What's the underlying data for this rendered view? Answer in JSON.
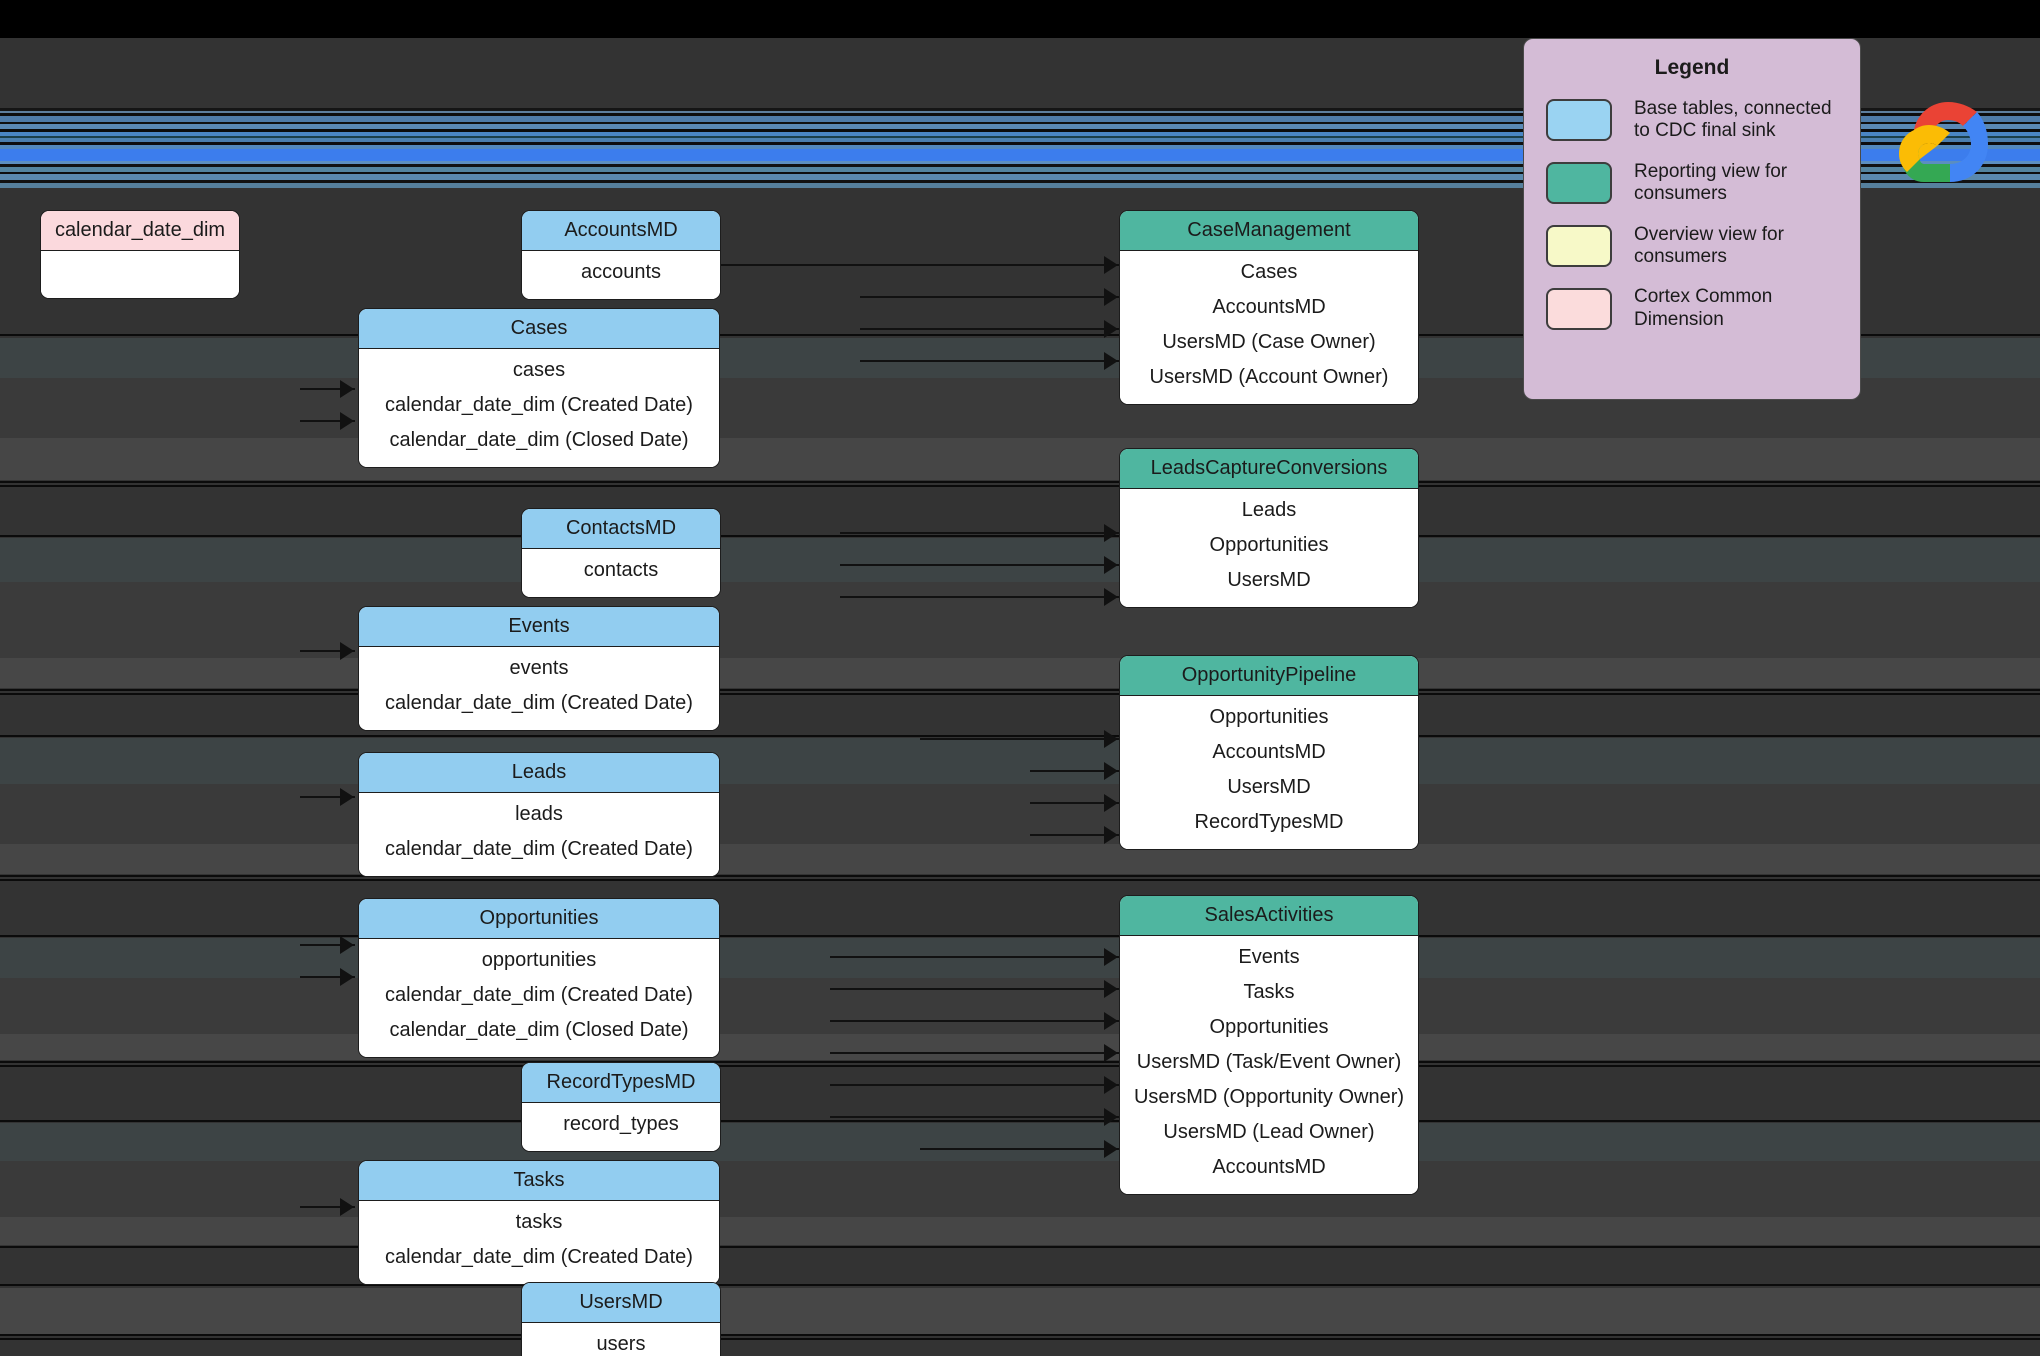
{
  "legend": {
    "title": "Legend",
    "items": [
      {
        "swatch": "base",
        "color": "#9ad3f2",
        "label": "Base tables, connected to CDC final sink"
      },
      {
        "swatch": "view",
        "color": "#4fb6a0",
        "label": "Reporting view for consumers"
      },
      {
        "swatch": "over",
        "color": "#f7f9c8",
        "label": "Overview view for consumers"
      },
      {
        "swatch": "dim",
        "color": "#fbdcdc",
        "label": "Cortex Common Dimension"
      }
    ]
  },
  "logo": {
    "name": "google-cloud-logo"
  },
  "colors": {
    "base_header": "#92cdf0",
    "view_header": "#4fb6a0",
    "dim_header": "#fbd9dd",
    "canvas": "#333333",
    "legend_bg": "#d4bcd6",
    "connector": "#111111"
  },
  "nodes": [
    {
      "id": "calendar_date_dim",
      "kind": "dim",
      "title": "calendar_date_dim",
      "rows": []
    },
    {
      "id": "accountsmd",
      "kind": "base",
      "title": "AccountsMD",
      "rows": [
        "accounts"
      ]
    },
    {
      "id": "cases",
      "kind": "base",
      "title": "Cases",
      "rows": [
        "cases",
        "calendar_date_dim (Created Date)",
        "calendar_date_dim (Closed Date)"
      ]
    },
    {
      "id": "contactsmd",
      "kind": "base",
      "title": "ContactsMD",
      "rows": [
        "contacts"
      ]
    },
    {
      "id": "events",
      "kind": "base",
      "title": "Events",
      "rows": [
        "events",
        "calendar_date_dim (Created Date)"
      ]
    },
    {
      "id": "leads",
      "kind": "base",
      "title": "Leads",
      "rows": [
        "leads",
        "calendar_date_dim (Created Date)"
      ]
    },
    {
      "id": "opportunities",
      "kind": "base",
      "title": "Opportunities",
      "rows": [
        "opportunities",
        "calendar_date_dim (Created Date)",
        "calendar_date_dim (Closed Date)"
      ]
    },
    {
      "id": "recordtypesmd",
      "kind": "base",
      "title": "RecordTypesMD",
      "rows": [
        "record_types"
      ]
    },
    {
      "id": "tasks",
      "kind": "base",
      "title": "Tasks",
      "rows": [
        "tasks",
        "calendar_date_dim (Created Date)"
      ]
    },
    {
      "id": "usersmd",
      "kind": "base",
      "title": "UsersMD",
      "rows": [
        "users"
      ]
    },
    {
      "id": "casemanagement",
      "kind": "view",
      "title": "CaseManagement",
      "rows": [
        "Cases",
        "AccountsMD",
        "UsersMD (Case Owner)",
        "UsersMD (Account Owner)"
      ]
    },
    {
      "id": "leadscaptureconversions",
      "kind": "view",
      "title": "LeadsCaptureConversions",
      "rows": [
        "Leads",
        "Opportunities",
        "UsersMD"
      ]
    },
    {
      "id": "opportunitypipeline",
      "kind": "view",
      "title": "OpportunityPipeline",
      "rows": [
        "Opportunities",
        "AccountsMD",
        "UsersMD",
        "RecordTypesMD"
      ]
    },
    {
      "id": "salesactivities",
      "kind": "view",
      "title": "SalesActivities",
      "rows": [
        "Events",
        "Tasks",
        "Opportunities",
        "UsersMD (Task/Event Owner)",
        "UsersMD (Opportunity Owner)",
        "UsersMD (Lead Owner)",
        "AccountsMD"
      ]
    }
  ]
}
